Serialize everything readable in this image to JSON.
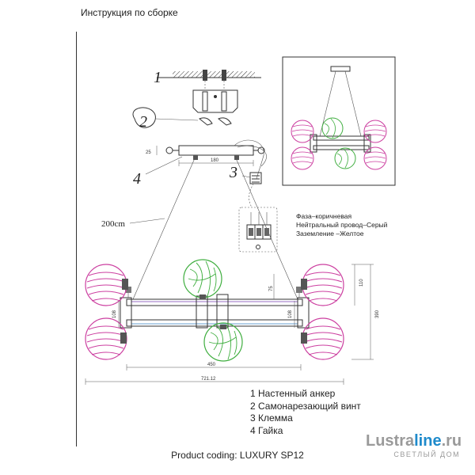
{
  "header": {
    "title": "Инструкция по сборке"
  },
  "diagram": {
    "part_numbers": [
      "1",
      "2",
      "3",
      "4"
    ],
    "cable_length": "200cm",
    "dimensions": {
      "height_top": "25",
      "bar_width": "180",
      "shade_height": "110",
      "body_height": "390",
      "inner_width": "450",
      "total_width": "721.12",
      "left_small": "108",
      "center_small": "75",
      "right_small": "108"
    },
    "wiring": [
      "Фаза–коричневая",
      "Нейтральный провод–Серый",
      "Заземление –Желтое"
    ],
    "legend": [
      "1 Настенный анкер",
      "2 Самонарезающий винт",
      "3 Клемма",
      "4 Гайка"
    ],
    "colors": {
      "pink_shade": "#cc3fa0",
      "green_shade": "#3fae3f",
      "brand_blue": "#1e8acb"
    }
  },
  "footer": {
    "product_coding": "Product coding: LUXURY SP12"
  },
  "logo": {
    "part1": "Lustra",
    "part2": "line",
    "part3": ".ru",
    "tagline": "СВЕТЛЫЙ ДОМ"
  }
}
